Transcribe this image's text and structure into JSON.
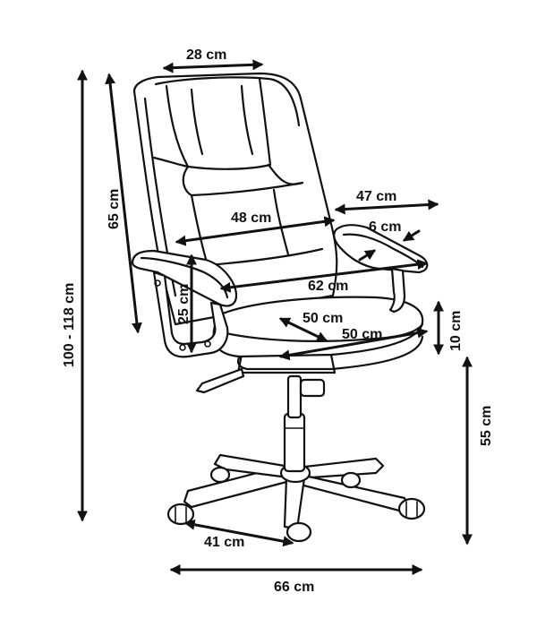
{
  "dimensions": {
    "backrest_top_width": "28 cm",
    "backrest_height": "65 cm",
    "total_height": "100 - 118 cm",
    "backrest_width": "48 cm",
    "armrest_span": "47 cm",
    "armrest_width": "6 cm",
    "overall_width_arms": "62 cm",
    "armrest_height": "25 cm",
    "seat_depth": "50 cm",
    "seat_width": "50 cm",
    "seat_thickness": "10 cm",
    "seat_height": "55 cm",
    "base_radius": "41 cm",
    "base_width": "66 cm"
  },
  "colors": {
    "line": "#111111",
    "background": "#ffffff"
  }
}
